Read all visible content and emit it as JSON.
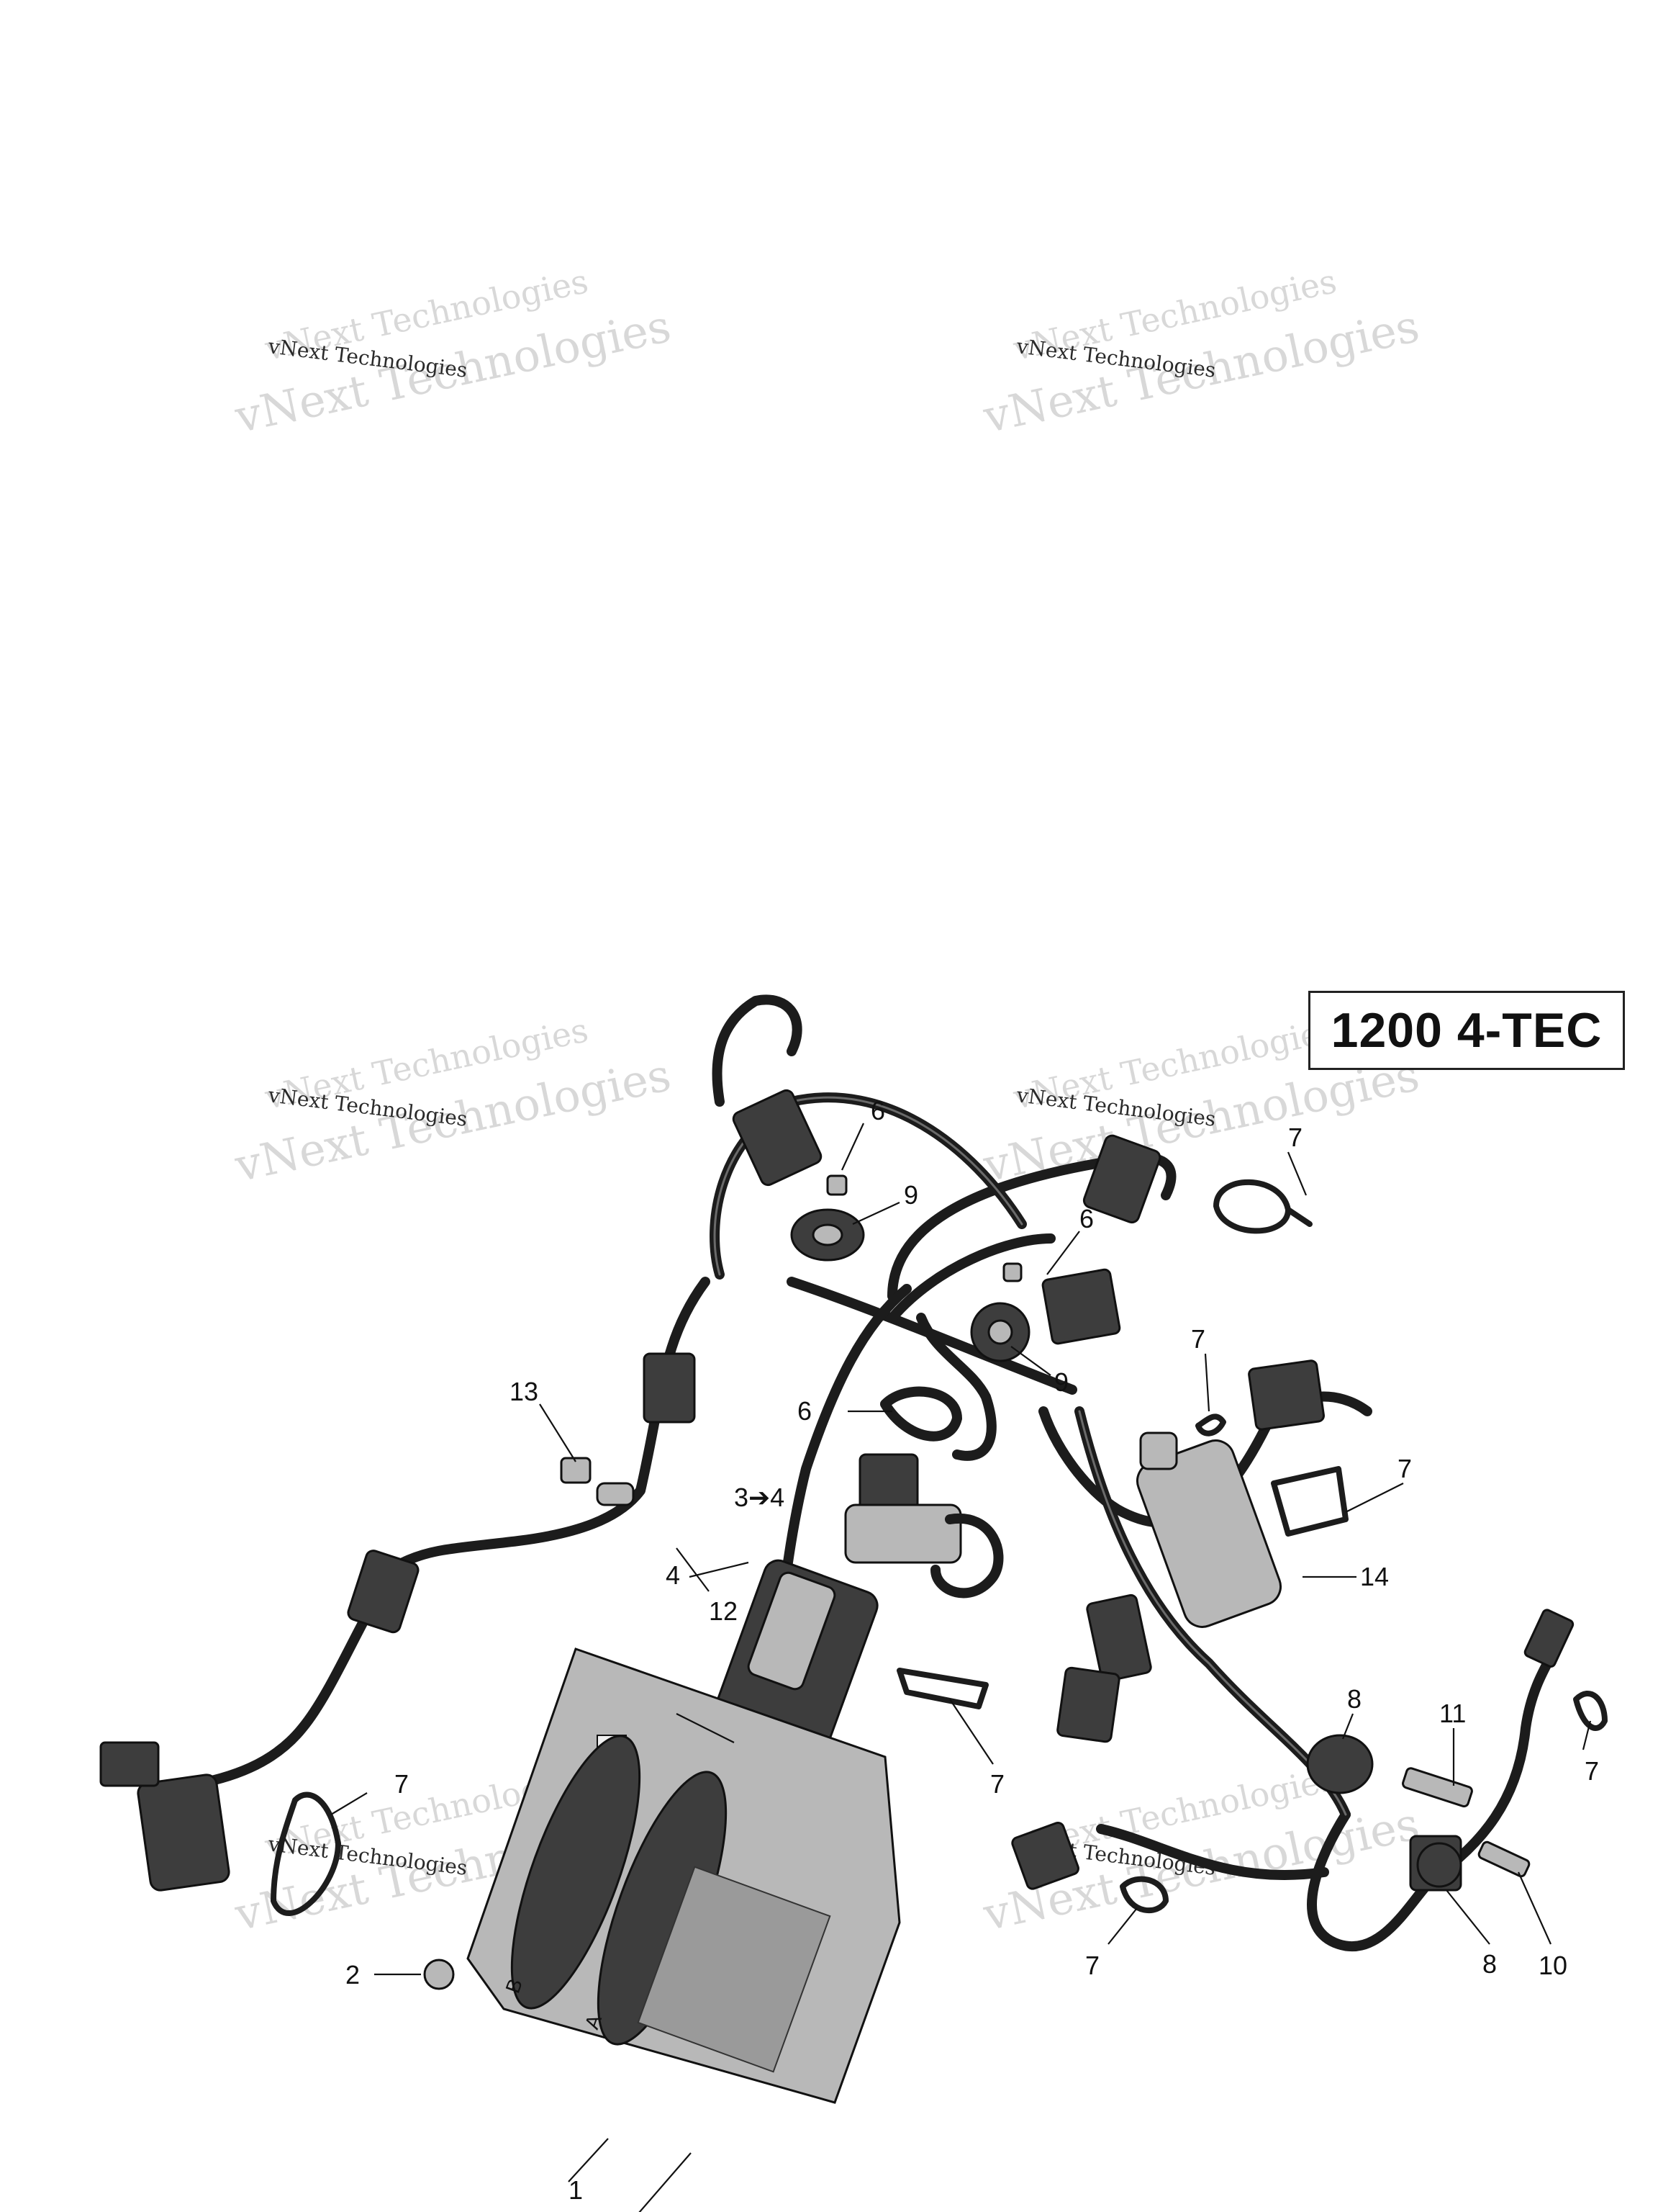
{
  "title": "1200 4-TEC",
  "watermark": {
    "line_small": "vNext Technologies",
    "line_large": "vNext Technologies"
  },
  "callouts": {
    "ecu": "1",
    "screw": "2",
    "supersession": "3➔4",
    "harness_4": "4",
    "bolt_6_top": "6",
    "bolt_6_mid": "6",
    "tie_6": "6",
    "tie_7_top": "7",
    "tie_7_right": "7",
    "tie_7_mid": "7",
    "tie_7_box": "7",
    "tie_7_left": "7",
    "tie_7_bottom": "7",
    "tie_7_far_right": "7",
    "grommet_8_top": "8",
    "grommet_8_bottom": "8",
    "grommet_9_top": "9",
    "grommet_9_mid": "9",
    "bolt_10": "10",
    "bolt_11": "11",
    "harness_12": "12",
    "bolt_13": "13",
    "connector_14": "14"
  }
}
